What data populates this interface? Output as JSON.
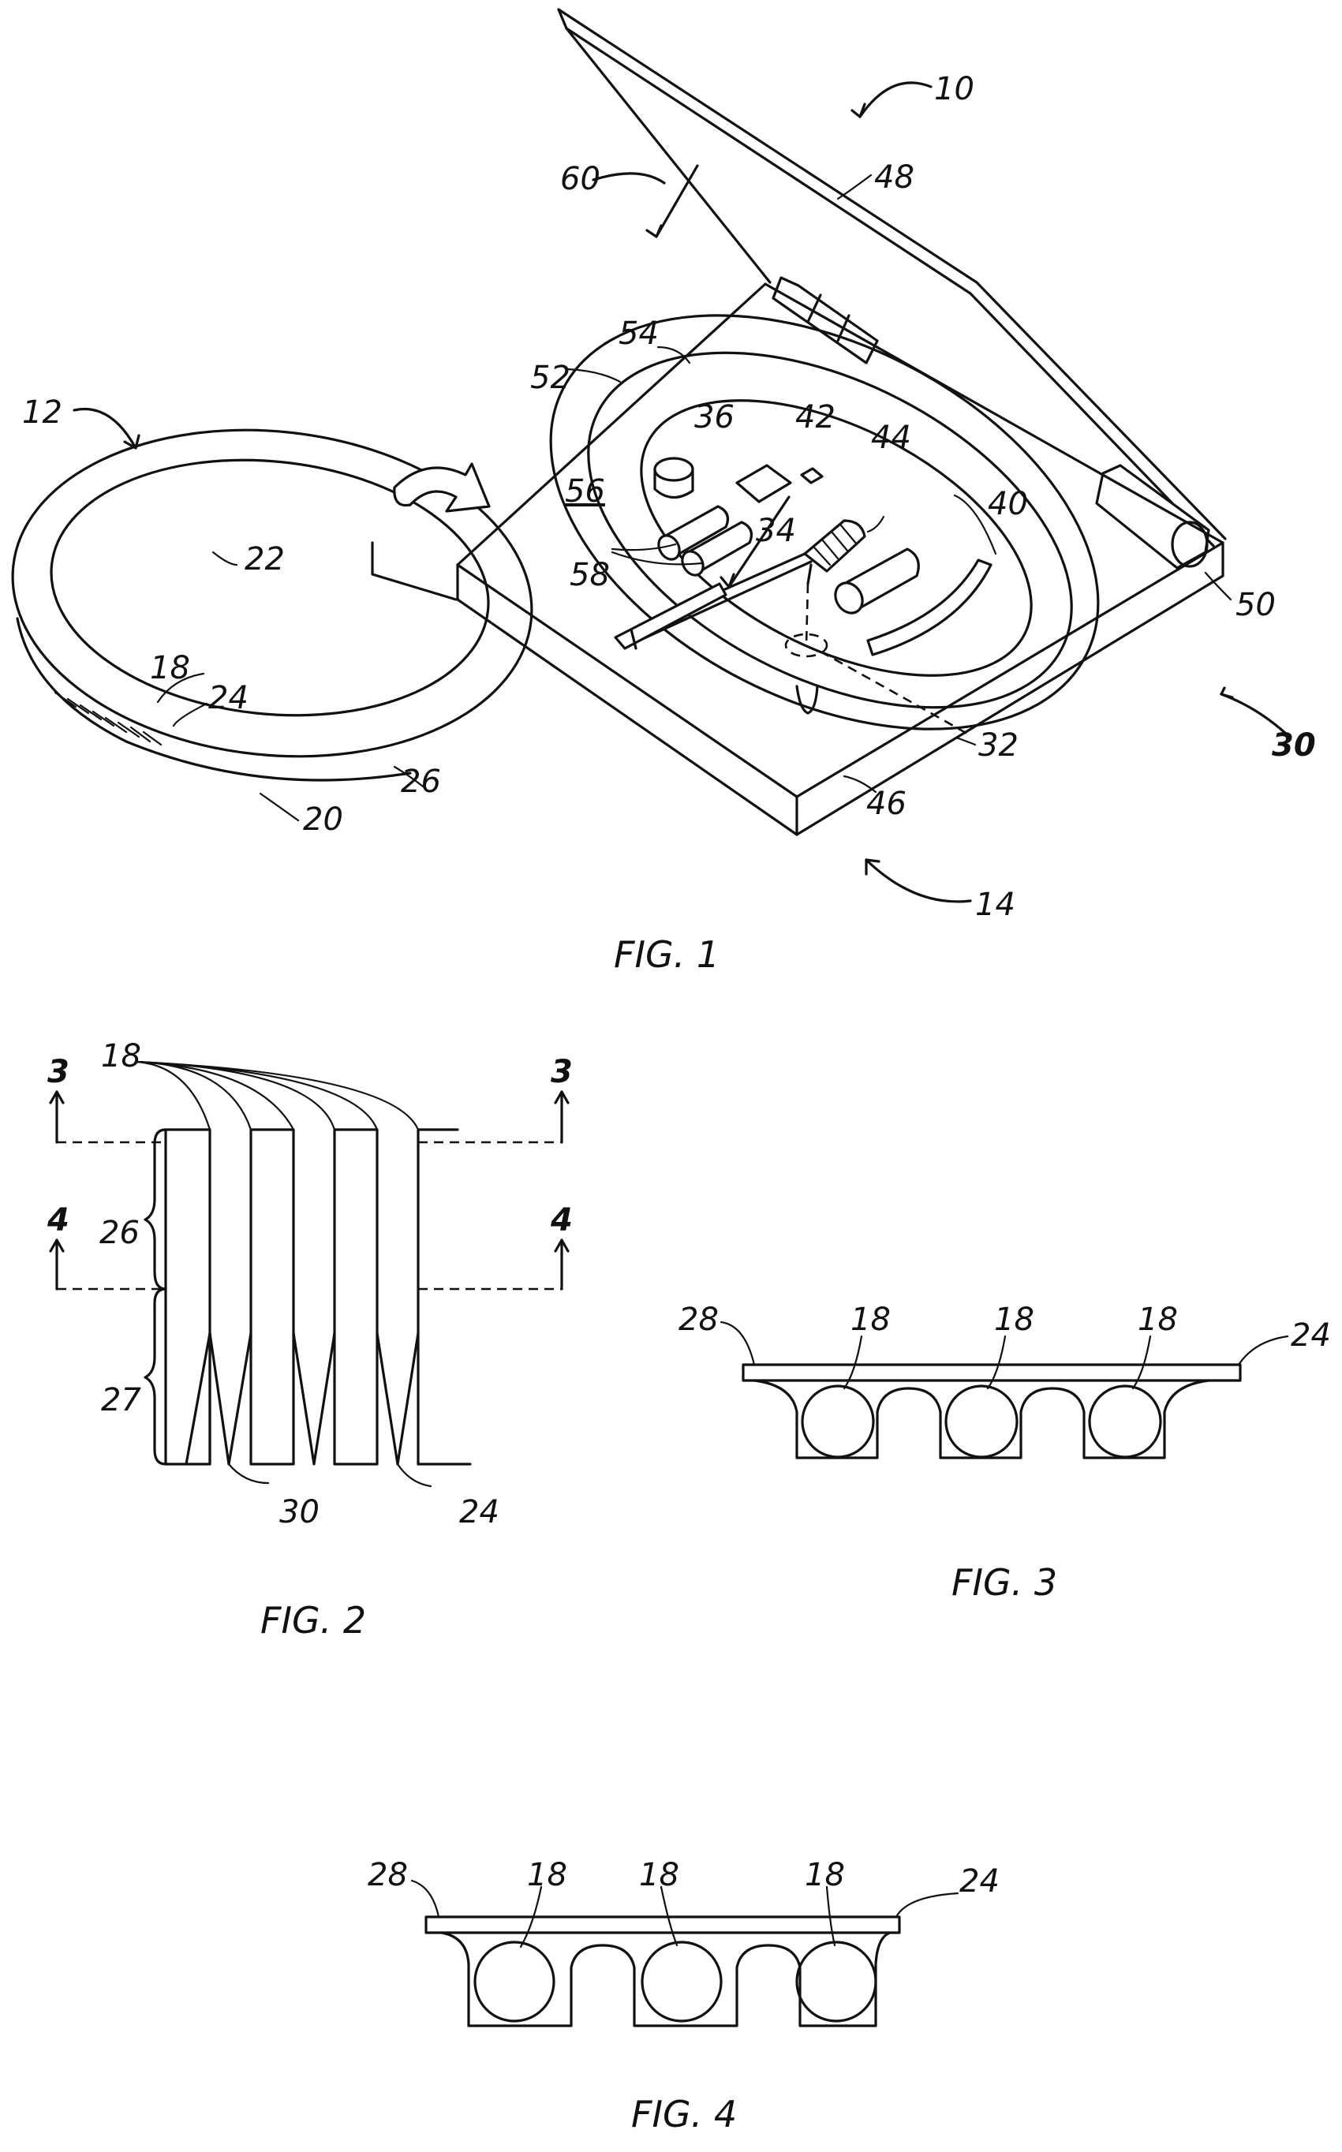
{
  "figures": {
    "fig1": {
      "caption": "FIG. 1",
      "refs": {
        "r10": "10",
        "r60": "60",
        "r48": "48",
        "r54": "54",
        "r52": "52",
        "r12": "12",
        "r36": "36",
        "r42": "42",
        "r44": "44",
        "r56": "56",
        "r34": "34",
        "r40": "40",
        "r22": "22",
        "r58": "58",
        "r50": "50",
        "r18": "18",
        "r24": "24",
        "r32": "32",
        "r30": "30",
        "r26": "26",
        "r46": "46",
        "r20": "20",
        "r14": "14"
      }
    },
    "fig2": {
      "caption": "FIG. 2",
      "refs": {
        "r18": "18",
        "s3a": "3",
        "s3b": "3",
        "s4a": "4",
        "s4b": "4",
        "r26": "26",
        "r27": "27",
        "r30": "30",
        "r24": "24"
      }
    },
    "fig3": {
      "caption": "FIG. 3",
      "refs": {
        "r28": "28",
        "r18a": "18",
        "r18b": "18",
        "r18c": "18",
        "r24": "24"
      }
    },
    "fig4": {
      "caption": "FIG. 4",
      "refs": {
        "r28": "28",
        "r18a": "18",
        "r18b": "18",
        "r18c": "18",
        "r24": "24"
      }
    }
  }
}
